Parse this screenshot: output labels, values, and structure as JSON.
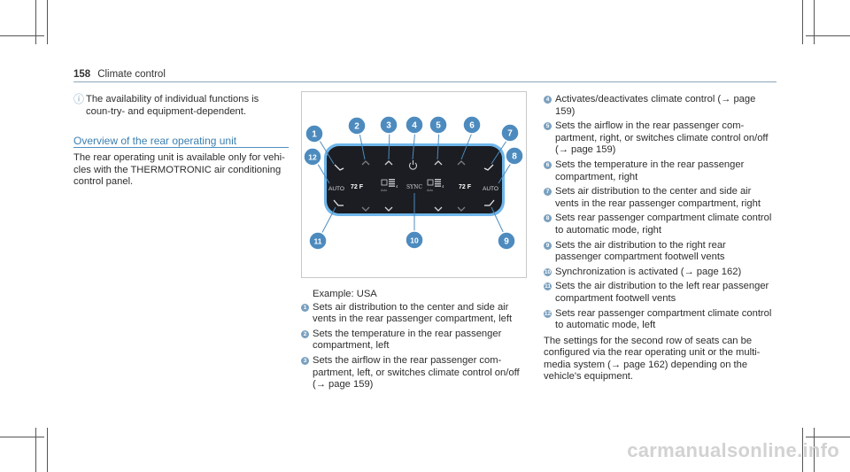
{
  "header": {
    "page_number": "158",
    "section": "Climate control"
  },
  "note": {
    "text": "The availability of individual functions is coun-try- and equipment-dependent."
  },
  "subsection": {
    "title": "Overview of the rear operating unit",
    "intro": "The rear operating unit is available only for vehi-cles with the THERMOTRONIC air conditioning control panel."
  },
  "figure": {
    "left_auto": "AUTO",
    "right_auto": "AUTO",
    "left_temp": "72 F",
    "right_temp": "72 F",
    "sync": "SYNC",
    "fan_left_level": "4",
    "fan_right_level": "4",
    "fan_sub": "Auto",
    "callouts": [
      "1",
      "2",
      "3",
      "4",
      "5",
      "6",
      "7",
      "8",
      "9",
      "10",
      "11",
      "12"
    ],
    "colors": {
      "callout_fill": "#4d8bbf",
      "panel_edge": "#6fb6ea",
      "panel_bg": "#1b1d22"
    }
  },
  "caption": "Example: USA",
  "items": [
    {
      "n": "1",
      "text": "Sets air distribution to the center and side air vents in the rear passenger compartment, left"
    },
    {
      "n": "2",
      "text": "Sets the temperature in the rear passenger compartment, left"
    },
    {
      "n": "3",
      "text": "Sets the airflow in the rear passenger com-partment, left, or switches climate control on/off (→ page 159)"
    },
    {
      "n": "4",
      "text": "Activates/deactivates climate control (→ page 159)"
    },
    {
      "n": "5",
      "text": "Sets the airflow in the rear passenger com-partment, right, or switches climate control on/off (→ page 159)"
    },
    {
      "n": "6",
      "text": "Sets the temperature in the rear passenger compartment, right"
    },
    {
      "n": "7",
      "text": "Sets air distribution to the center and side air vents in the rear passenger compartment, right"
    },
    {
      "n": "8",
      "text": "Sets rear passenger compartment climate control to automatic mode, right"
    },
    {
      "n": "9",
      "text": "Sets the air distribution to the right rear passenger compartment footwell vents"
    },
    {
      "n": "10",
      "text": "Synchronization is activated (→ page 162)"
    },
    {
      "n": "11",
      "text": "Sets the air distribution to the left rear passenger compartment footwell vents"
    },
    {
      "n": "12",
      "text": "Sets rear passenger compartment climate control to automatic mode, left"
    }
  ],
  "footer_text": "The settings for the second row of seats can be configured via the rear operating unit or the multi-media system (→ page 162) depending on the vehicle's equipment.",
  "watermark": "carmanualsonline.info"
}
